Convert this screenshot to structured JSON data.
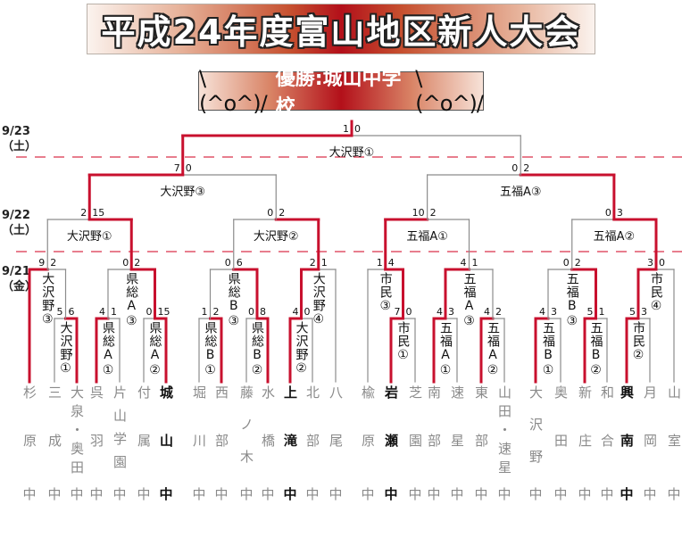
{
  "header": {
    "title": "平成24年度富山地区新人大会",
    "champion_banner": {
      "kaomoji_left": "\\(^o^)/",
      "text": "優勝:城山中学校",
      "kaomoji_right": "\\(^o^)/"
    }
  },
  "colors": {
    "winner_line": "#c8102e",
    "loser_line": "#8c8c8c",
    "dash": "#d9324a",
    "winner_text": "#111111",
    "loser_text": "#8a8a8a"
  },
  "dates": [
    {
      "date": "9/23",
      "day": "（土）"
    },
    {
      "date": "9/22",
      "day": "（土）"
    },
    {
      "date": "9/21",
      "day": "（金）"
    }
  ],
  "teams": [
    {
      "name": "杉原",
      "suffix": "中",
      "champion": false
    },
    {
      "name": "三成",
      "suffix": "中",
      "champion": false
    },
    {
      "name": "大泉・奥田",
      "suffix": "中",
      "champion": false
    },
    {
      "name": "呉羽",
      "suffix": "中",
      "champion": false
    },
    {
      "name": "片山学園",
      "suffix": "中",
      "champion": false
    },
    {
      "name": "付属",
      "suffix": "中",
      "champion": false
    },
    {
      "name": "城山",
      "suffix": "中",
      "champion": true
    },
    {
      "name": "堀川",
      "suffix": "中",
      "champion": false
    },
    {
      "name": "西部",
      "suffix": "中",
      "champion": false
    },
    {
      "name": "藤ノ木",
      "suffix": "中",
      "champion": false
    },
    {
      "name": "水橋",
      "suffix": "中",
      "champion": false
    },
    {
      "name": "上滝",
      "suffix": "中",
      "champion": true
    },
    {
      "name": "北部",
      "suffix": "中",
      "champion": false
    },
    {
      "name": "八尾",
      "suffix": "中",
      "champion": false
    },
    {
      "name": "楡原",
      "suffix": "中",
      "champion": false
    },
    {
      "name": "岩瀬",
      "suffix": "中",
      "champion": true
    },
    {
      "name": "芝園",
      "suffix": "中",
      "champion": false
    },
    {
      "name": "南部",
      "suffix": "中",
      "champion": false
    },
    {
      "name": "速星",
      "suffix": "中",
      "champion": false
    },
    {
      "name": "東部",
      "suffix": "中",
      "champion": false
    },
    {
      "name": "山田・速星",
      "suffix": "中",
      "champion": false
    },
    {
      "name": "大沢野",
      "suffix": "中",
      "champion": false
    },
    {
      "name": "奥田",
      "suffix": "中",
      "champion": false
    },
    {
      "name": "新庄",
      "suffix": "中",
      "champion": false
    },
    {
      "name": "和合",
      "suffix": "中",
      "champion": false
    },
    {
      "name": "興南",
      "suffix": "中",
      "champion": true
    },
    {
      "name": "月岡",
      "suffix": "中",
      "champion": false
    },
    {
      "name": "山室",
      "suffix": "中",
      "champion": false
    }
  ],
  "matches": [
    {
      "id": "m1",
      "round": 1,
      "venue": "大沢野①",
      "left": "t1",
      "right": "t2",
      "score": [
        "5",
        "6"
      ],
      "winner": "right"
    },
    {
      "id": "m2",
      "round": 1,
      "venue": "大沢野③",
      "left": "t0",
      "right": "m1",
      "score": [
        "9",
        "2"
      ],
      "winner": "left"
    },
    {
      "id": "m3",
      "round": 1,
      "venue": "県総A①",
      "left": "t3",
      "right": "t4",
      "score": [
        "4",
        "1"
      ],
      "winner": "left"
    },
    {
      "id": "m4",
      "round": 1,
      "venue": "県総A②",
      "left": "t5",
      "right": "t6",
      "score": [
        "0",
        "15"
      ],
      "winner": "right"
    },
    {
      "id": "m5",
      "round": 1,
      "venue": "県総A③",
      "left": "m3",
      "right": "m4",
      "score": [
        "0",
        "2"
      ],
      "winner": "right"
    },
    {
      "id": "m6",
      "round": 1,
      "venue": "県総B①",
      "left": "t7",
      "right": "t8",
      "score": [
        "1",
        "2"
      ],
      "winner": "right"
    },
    {
      "id": "m7",
      "round": 1,
      "venue": "県総B②",
      "left": "t9",
      "right": "t10",
      "score": [
        "0",
        "8"
      ],
      "winner": "right"
    },
    {
      "id": "m8",
      "round": 1,
      "venue": "県総B③",
      "left": "m6",
      "right": "m7",
      "score": [
        "0",
        "6"
      ],
      "winner": "right"
    },
    {
      "id": "m9",
      "round": 1,
      "venue": "大沢野②",
      "left": "t11",
      "right": "t12",
      "score": [
        "4",
        "0"
      ],
      "winner": "left"
    },
    {
      "id": "m10",
      "round": 1,
      "venue": "大沢野④",
      "left": "m9",
      "right": "t13",
      "score": [
        "2",
        "1"
      ],
      "winner": "left"
    },
    {
      "id": "m11",
      "round": 1,
      "venue": "市民①",
      "left": "t15",
      "right": "t16",
      "score": [
        "7",
        "0"
      ],
      "winner": "left"
    },
    {
      "id": "m12",
      "round": 1,
      "venue": "市民③",
      "left": "t14",
      "right": "m11",
      "score": [
        "1",
        "4"
      ],
      "winner": "right"
    },
    {
      "id": "m13",
      "round": 1,
      "venue": "五福A①",
      "left": "t17",
      "right": "t18",
      "score": [
        "4",
        "3"
      ],
      "winner": "left"
    },
    {
      "id": "m14",
      "round": 1,
      "venue": "五福A②",
      "left": "t19",
      "right": "t20",
      "score": [
        "4",
        "2"
      ],
      "winner": "left"
    },
    {
      "id": "m15",
      "round": 1,
      "venue": "五福A③",
      "left": "m13",
      "right": "m14",
      "score": [
        "4",
        "1"
      ],
      "winner": "left"
    },
    {
      "id": "m16",
      "round": 1,
      "venue": "五福B①",
      "left": "t21",
      "right": "t22",
      "score": [
        "4",
        "3"
      ],
      "winner": "left"
    },
    {
      "id": "m17",
      "round": 1,
      "venue": "五福B②",
      "left": "t23",
      "right": "t24",
      "score": [
        "5",
        "1"
      ],
      "winner": "left"
    },
    {
      "id": "m18",
      "round": 1,
      "venue": "五福B③",
      "left": "m16",
      "right": "m17",
      "score": [
        "0",
        "2"
      ],
      "winner": "right"
    },
    {
      "id": "m19",
      "round": 1,
      "venue": "市民②",
      "left": "t25",
      "right": "t26",
      "score": [
        "5",
        "3"
      ],
      "winner": "left"
    },
    {
      "id": "m20",
      "round": 1,
      "venue": "市民④",
      "left": "m19",
      "right": "t27",
      "score": [
        "3",
        "0"
      ],
      "winner": "left"
    },
    {
      "id": "m21",
      "round": 2,
      "venue": "大沢野①",
      "left": "m2",
      "right": "m5",
      "score": [
        "2",
        "15"
      ],
      "winner": "right"
    },
    {
      "id": "m22",
      "round": 2,
      "venue": "大沢野②",
      "left": "m8",
      "right": "m10",
      "score": [
        "0",
        "2"
      ],
      "winner": "right"
    },
    {
      "id": "m23",
      "round": 2,
      "venue": "五福A①",
      "left": "m12",
      "right": "m15",
      "score": [
        "10",
        "2"
      ],
      "winner": "left"
    },
    {
      "id": "m24",
      "round": 2,
      "venue": "五福A②",
      "left": "m18",
      "right": "m20",
      "score": [
        "0",
        "3"
      ],
      "winner": "right"
    },
    {
      "id": "m25",
      "round": 3,
      "venue": "大沢野③",
      "left": "m21",
      "right": "m22",
      "score": [
        "7",
        "0"
      ],
      "winner": "left"
    },
    {
      "id": "m26",
      "round": 3,
      "venue": "五福A③",
      "left": "m23",
      "right": "m24",
      "score": [
        "0",
        "2"
      ],
      "winner": "right"
    },
    {
      "id": "m27",
      "round": 4,
      "venue": "大沢野①",
      "left": "m25",
      "right": "m26",
      "score": [
        "1",
        "0"
      ],
      "winner": "left"
    }
  ]
}
